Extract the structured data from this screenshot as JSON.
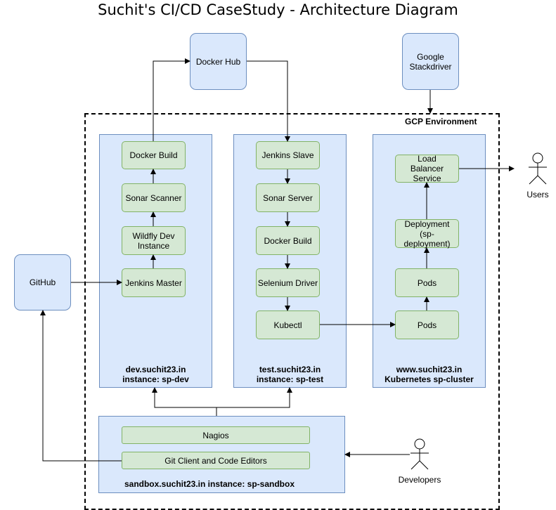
{
  "title": "Suchit's CI/CD CaseStudy - Architecture Diagram",
  "external": {
    "docker_hub": "Docker Hub",
    "stackdriver": "Google Stackdriver",
    "github": "GitHub"
  },
  "gcp": {
    "label": "GCP Environment"
  },
  "dev": {
    "docker_build": "Docker Build",
    "sonar_scanner": "Sonar Scanner",
    "wildfly": "Wildfly Dev Instance",
    "jenkins_master": "Jenkins Master",
    "label_line1": "dev.suchit23.in",
    "label_line2": "instance: sp-dev"
  },
  "test": {
    "jenkins_slave": "Jenkins Slave",
    "sonar_server": "Sonar Server",
    "docker_build": "Docker Build",
    "selenium": "Selenium Driver",
    "kubectl": "Kubectl",
    "label_line1": "test.suchit23.in",
    "label_line2": "instance: sp-test"
  },
  "prod": {
    "load_balancer": "Load Balancer Service",
    "deployment": "Deployment (sp-deployment)",
    "pods_upper": "Pods",
    "pods_lower": "Pods",
    "label_line1": "www.suchit23.in",
    "label_line2": "Kubernetes sp-cluster"
  },
  "sandbox": {
    "nagios": "Nagios",
    "git_client": "Git Client and Code Editors",
    "label": "sandbox.suchit23.in instance: sp-sandbox"
  },
  "actors": {
    "users": "Users",
    "developers": "Developers"
  }
}
